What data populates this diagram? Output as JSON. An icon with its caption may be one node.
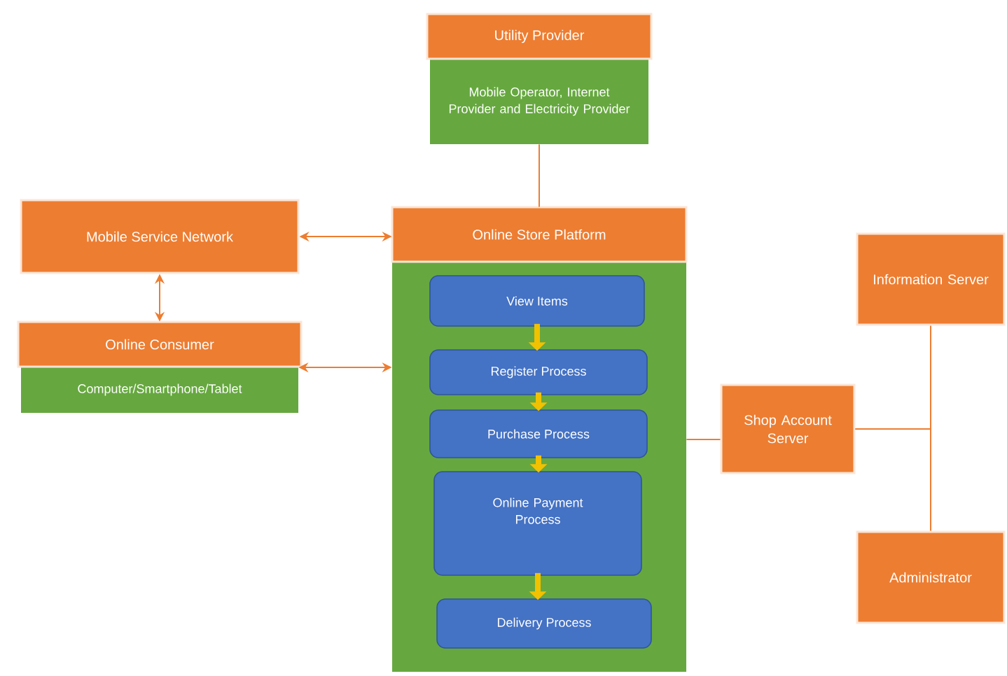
{
  "diagram": {
    "nodes": [
      {
        "text": [
          "Utility Provider",
          "Mobile Operator, Internet Provider and Electricity Provider"
        ]
      },
      {
        "text": [
          "Mobile Service Network"
        ]
      },
      {
        "text": [
          "Online Store Platform"
        ]
      },
      {
        "text": [
          "View Items"
        ],
        "in": 2
      },
      {
        "text": [
          "Register Process"
        ],
        "in": 2
      },
      {
        "text": [
          "Purchase Process"
        ],
        "in": 2
      },
      {
        "text": [
          "Online Payment Process"
        ],
        "in": 2
      },
      {
        "text": [
          "Delivery Process"
        ],
        "in": 2
      },
      {
        "text": [
          "Online Consumer",
          "Computer/Smartphone/Tablet"
        ]
      },
      {
        "text": [
          "Information Server"
        ]
      },
      {
        "text": [
          "Shop Account Server"
        ]
      },
      {
        "text": [
          "Administrator"
        ]
      }
    ],
    "edges": [
      {
        "from": 0,
        "to": 2,
        "arrow": "none"
      },
      {
        "from": 1,
        "to": 2,
        "arrow": "both"
      },
      {
        "from": 1,
        "to": 8,
        "arrow": "both"
      },
      {
        "from": 8,
        "to": 2,
        "arrow": "both"
      },
      {
        "from": 3,
        "to": 4,
        "arrow": "to",
        "style": "thick",
        "color": "#f2c100"
      },
      {
        "from": 4,
        "to": 5,
        "arrow": "to",
        "style": "thick",
        "color": "#f2c100"
      },
      {
        "from": 5,
        "to": 6,
        "arrow": "to",
        "style": "thick",
        "color": "#f2c100"
      },
      {
        "from": 6,
        "to": 7,
        "arrow": "to",
        "style": "thick",
        "color": "#f2c100"
      },
      {
        "from": 2,
        "to": 10,
        "arrow": "none"
      },
      {
        "from": 10,
        "to": 9,
        "arrow": "none"
      },
      {
        "from": 10,
        "to": 11,
        "arrow": "none"
      }
    ]
  }
}
